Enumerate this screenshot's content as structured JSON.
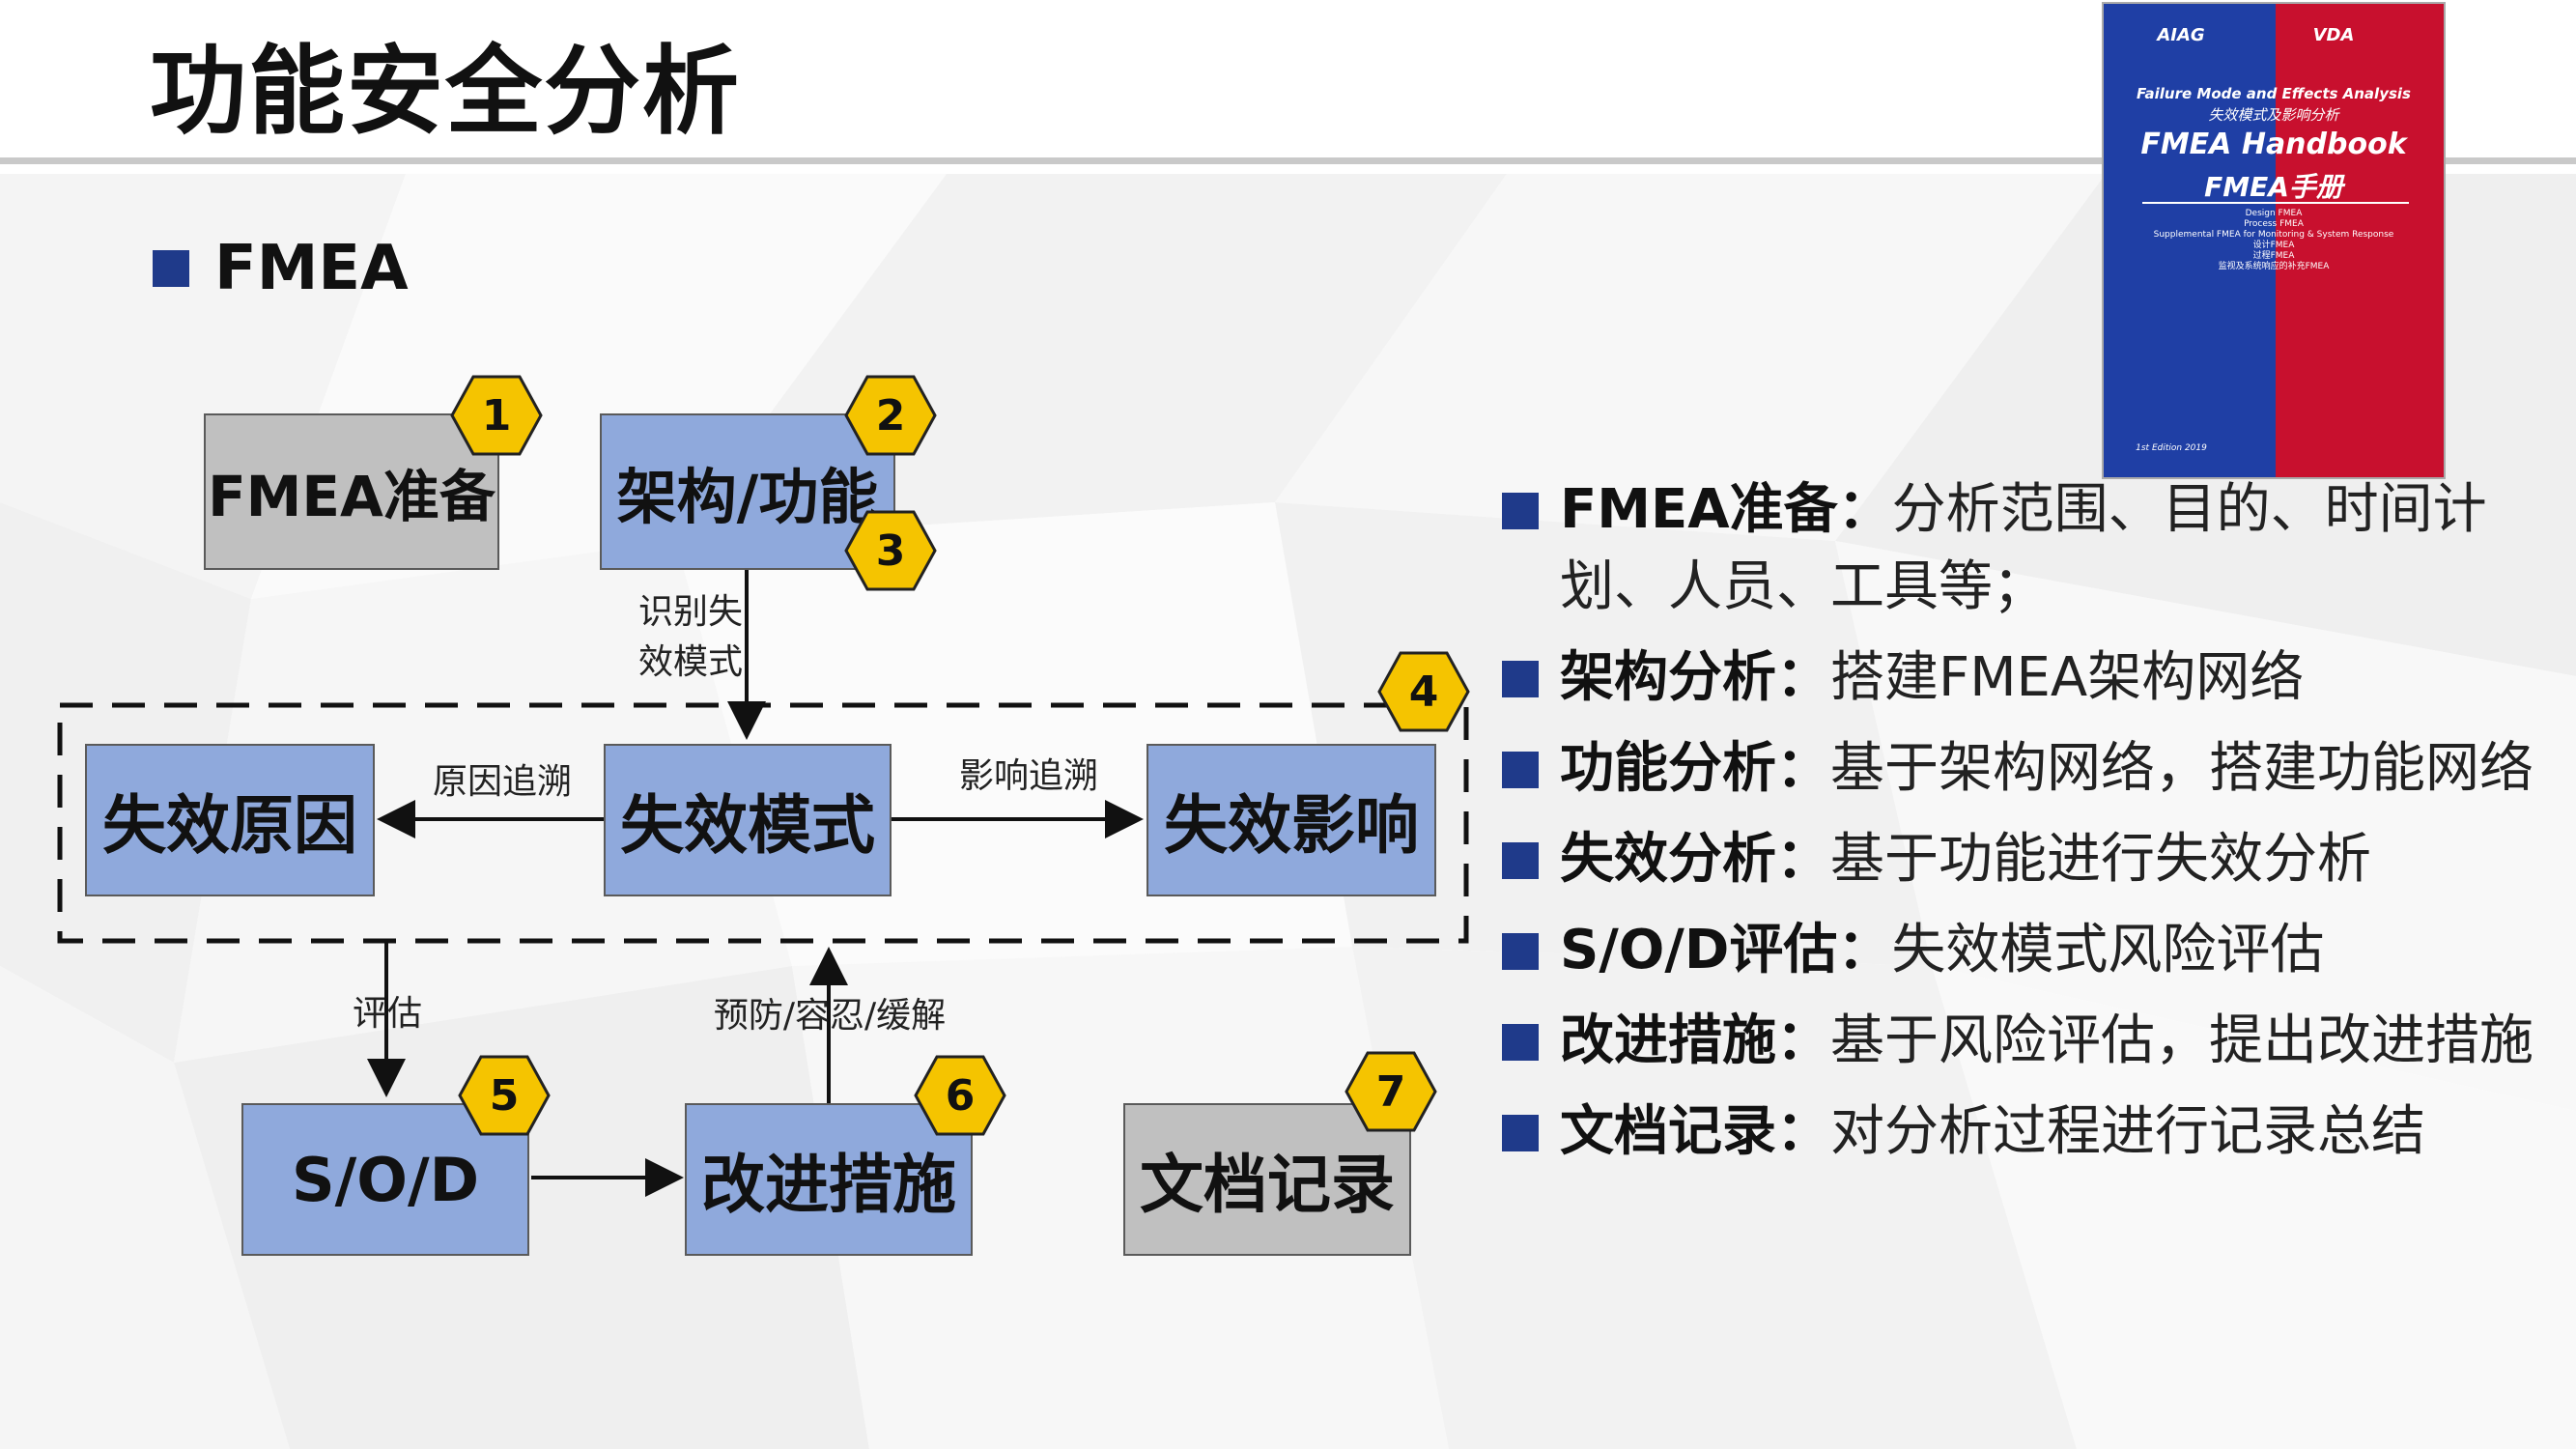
{
  "title": "功能安全分析",
  "subtitle": "FMEA",
  "colors": {
    "accent": "#1f3a8a",
    "box_blue": "#8fa9dc",
    "box_gray": "#c0c0c0",
    "badge": "#f5c400"
  },
  "diagram": {
    "boxes": {
      "prep": "FMEA准备",
      "arch": "架构/功能",
      "cause": "失效原因",
      "mode": "失效模式",
      "effect": "失效影响",
      "sod": "S/O/D",
      "improve": "改进措施",
      "doc": "文档记录"
    },
    "badges": [
      "1",
      "2",
      "3",
      "4",
      "5",
      "6",
      "7"
    ],
    "labels": {
      "identify": "识别失\n效模式",
      "cause_trace": "原因追溯",
      "effect_trace": "影响追溯",
      "evaluate": "评估",
      "mitigate": "预防/容忍/缓解"
    }
  },
  "book": {
    "brand_left": "AIAG",
    "brand_right": "VDA",
    "en_subtitle": "Failure Mode and Effects Analysis",
    "cn_subtitle": "失效模式及影响分析",
    "title_en": "FMEA Handbook",
    "title_cn": "FMEA手册",
    "contents": [
      "Design FMEA",
      "Process FMEA",
      "Supplemental FMEA for Monitoring & System Response",
      "设计FMEA",
      "过程FMEA",
      "监视及系统响应的补充FMEA"
    ],
    "edition": "1st Edition 2019"
  },
  "list": [
    {
      "term": "FMEA准备：",
      "desc": "分析范围、目的、时间计划、人员、工具等；"
    },
    {
      "term": "架构分析：",
      "desc": "搭建FMEA架构网络"
    },
    {
      "term": "功能分析：",
      "desc": "基于架构网络，搭建功能网络"
    },
    {
      "term": "失效分析：",
      "desc": "基于功能进行失效分析"
    },
    {
      "term": "S/O/D评估：",
      "desc": "失效模式风险评估"
    },
    {
      "term": "改进措施：",
      "desc": "基于风险评估，提出改进措施"
    },
    {
      "term": "文档记录：",
      "desc": "对分析过程进行记录总结"
    }
  ]
}
